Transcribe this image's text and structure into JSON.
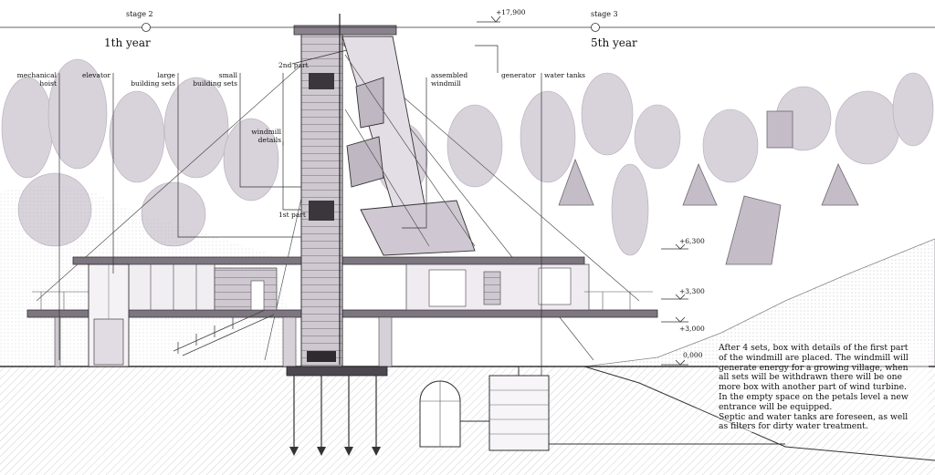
{
  "stages": [
    {
      "name": "stage 2",
      "year": "1th year"
    },
    {
      "name": "stage 3",
      "year": "5th year"
    }
  ],
  "elevation_top": "+17,900",
  "levels": [
    "+6,300",
    "+3,300",
    "+3,000",
    "0,000"
  ],
  "labels": {
    "mechanical_hoist": [
      "mechanical",
      "hoist"
    ],
    "elevator": "elevator",
    "large_building_sets": [
      "large",
      "building sets"
    ],
    "small_building_sets": [
      "small",
      "building sets"
    ],
    "part2": "2nd part",
    "windmill_details": [
      "windmill",
      "details"
    ],
    "part1": "1st part",
    "assembled_windmill": [
      "assembled",
      "windmill"
    ],
    "generator": "generator",
    "water_tanks": "water tanks"
  },
  "description": [
    "After 4 sets, box with details of the first part",
    "of the windmill are placed. The windmill will",
    "generate energy for a growing village, when",
    "all sets will be withdrawn there will be one",
    "more box with another part of wind turbine.",
    "In the empty space on the petals level a new",
    "entrance will be equipped.",
    "Septic and water tanks are foreseen, as well",
    "as filters for dirty water treatment."
  ],
  "colors": {
    "ink": "#1a1a1a",
    "tree": "#c9c2cc",
    "wood": "#8e8590",
    "ground": "#6f6a70"
  }
}
